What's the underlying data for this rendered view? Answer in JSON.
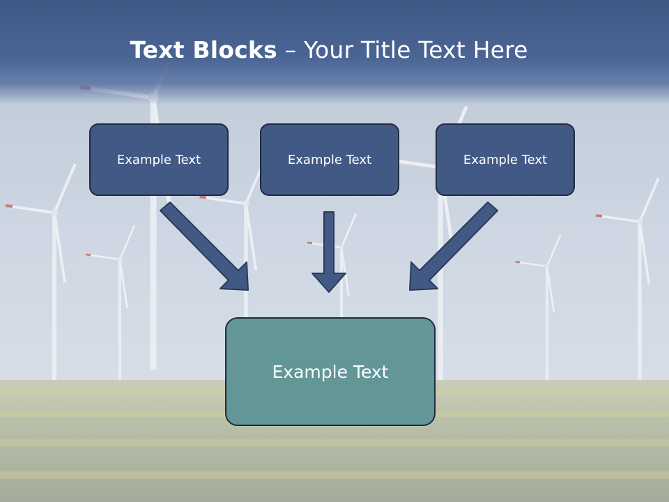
{
  "title": {
    "bold": "Text Blocks",
    "dash": " – ",
    "rest": "Your Title Text Here"
  },
  "blocks": [
    {
      "label": "Example Text"
    },
    {
      "label": "Example Text"
    },
    {
      "label": "Example Text"
    }
  ],
  "result": {
    "label": "Example Text"
  },
  "colors": {
    "header": "#4a6494",
    "box_top": "#435985",
    "box_bottom": "#639697",
    "arrow_fill": "#435985",
    "arrow_stroke": "#2a3a5a"
  }
}
